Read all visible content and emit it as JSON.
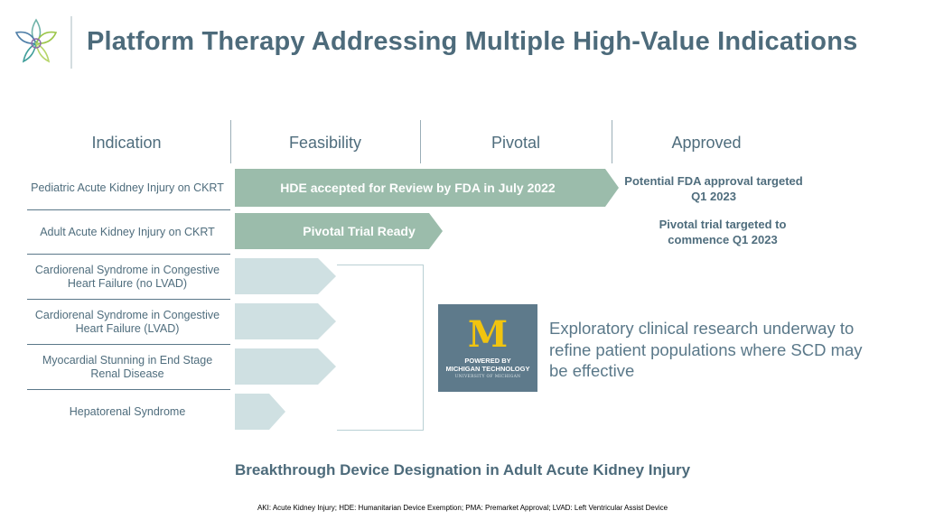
{
  "slide": {
    "title": "Platform Therapy Addressing Multiple High-Value Indications",
    "logo_icon": "star-flower-logo-icon"
  },
  "table": {
    "headers": [
      "Indication",
      "Feasibility",
      "Pivotal",
      "Approved"
    ],
    "rows": [
      {
        "indication": "Pediatric Acute Kidney Injury on CKRT",
        "stage": "Pivotal",
        "progress_label": "HDE accepted for Review by FDA in July 2022",
        "note": "Potential FDA approval targeted Q1 2023"
      },
      {
        "indication": "Adult Acute Kidney Injury on CKRT",
        "stage": "Pivotal",
        "progress_label": "Pivotal Trial Ready",
        "note": "Pivotal trial targeted to commence Q1 2023"
      },
      {
        "indication": "Cardiorenal Syndrome in Congestive Heart Failure (no LVAD)",
        "stage": "Feasibility"
      },
      {
        "indication": "Cardiorenal Syndrome in Congestive Heart Failure (LVAD)",
        "stage": "Feasibility"
      },
      {
        "indication": "Myocardial Stunning in End Stage Renal Disease",
        "stage": "Feasibility"
      },
      {
        "indication": "Hepatorenal Syndrome",
        "stage": "Feasibility"
      }
    ]
  },
  "michigan_badge": {
    "letter": "M",
    "line1": "POWERED BY",
    "line2": "MICHIGAN TECHNOLOGY",
    "line3": "UNIVERSITY OF MICHIGAN"
  },
  "exploratory_text": "Exploratory clinical research underway to refine patient populations where SCD may be effective",
  "breakthrough_text": "Breakthrough Device Designation in Adult Acute Kidney Injury",
  "footnote": "AKI: Acute Kidney Injury; HDE: Humanitarian Device Exemption; PMA: Premarket Approval; LVAD: Left Ventricular Assist Device",
  "colors": {
    "title": "#4d6b7b",
    "dark_arrow": "#9bbcab",
    "light_arrow": "#cfe0e2",
    "badge_bg": "#5e7a8b",
    "badge_letter": "#f1c40f"
  }
}
